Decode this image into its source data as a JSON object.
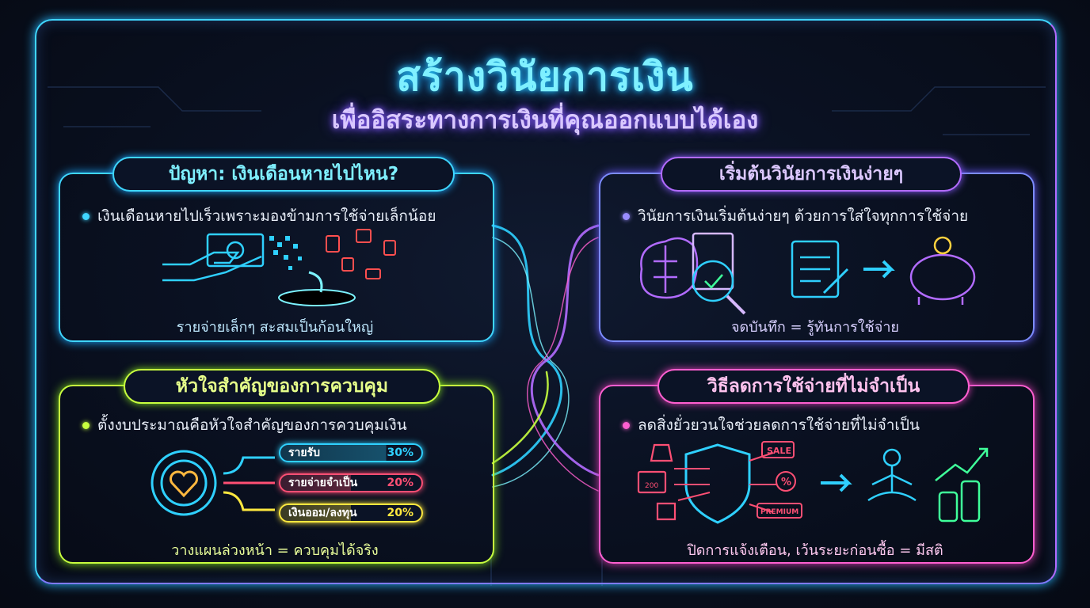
{
  "title": "สร้างวินัยการเงิน",
  "subtitle": "เพื่ออิสระทางการเงินที่คุณออกแบบได้เอง",
  "panels": {
    "problem": {
      "heading": "ปัญหา: เงินเดือนหายไปไหน?",
      "bullet": "เงินเดือนหายไปเร็วเพราะมองข้ามการใช้จ่ายเล็กน้อย",
      "caption": "รายจ่ายเล็กๆ สะสมเป็นก้อนใหญ่",
      "accent": "#3fd6ff"
    },
    "start": {
      "heading": "เริ่มต้นวินัยการเงินง่ายๆ",
      "bullet": "วินัยการเงินเริ่มต้นง่ายๆ ด้วยการใส่ใจทุกการใช้จ่าย",
      "caption": "จดบันทึก = รู้ทันการใช้จ่าย",
      "accent": "#7c8cff"
    },
    "control": {
      "heading": "หัวใจสำคัญของการควบคุม",
      "bullet": "ตั้งงบประมาณคือหัวใจสำคัญของการควบคุมเงิน",
      "caption": "วางแผนล่วงหน้า = ควบคุมได้จริง",
      "accent": "#c8ff3f",
      "budget": [
        {
          "label": "รายรับ",
          "value": "30%",
          "fraction": 0.3,
          "color": "#2fd0ff"
        },
        {
          "label": "รายจ่ายจำเป็น",
          "value": "20%",
          "fraction": 0.2,
          "color": "#ff4f74"
        },
        {
          "label": "เงินออม/ลงทุน",
          "value": "20%",
          "fraction": 0.2,
          "color": "#ffe83f"
        }
      ]
    },
    "reduce": {
      "heading": "วิธีลดการใช้จ่ายที่ไม่จำเป็น",
      "bullet": "ลดสิ่งยั่วยวนใจช่วยลดการใช้จ่ายที่ไม่จำเป็น",
      "caption": "ปิดการแจ้งเตือน, เว้นระยะก่อนซื้อ = มีสติ",
      "accent": "#ff5fd0",
      "tags": {
        "sale": "SALE",
        "percent": "%",
        "premium": "PREMIUM",
        "store": "200"
      }
    }
  }
}
